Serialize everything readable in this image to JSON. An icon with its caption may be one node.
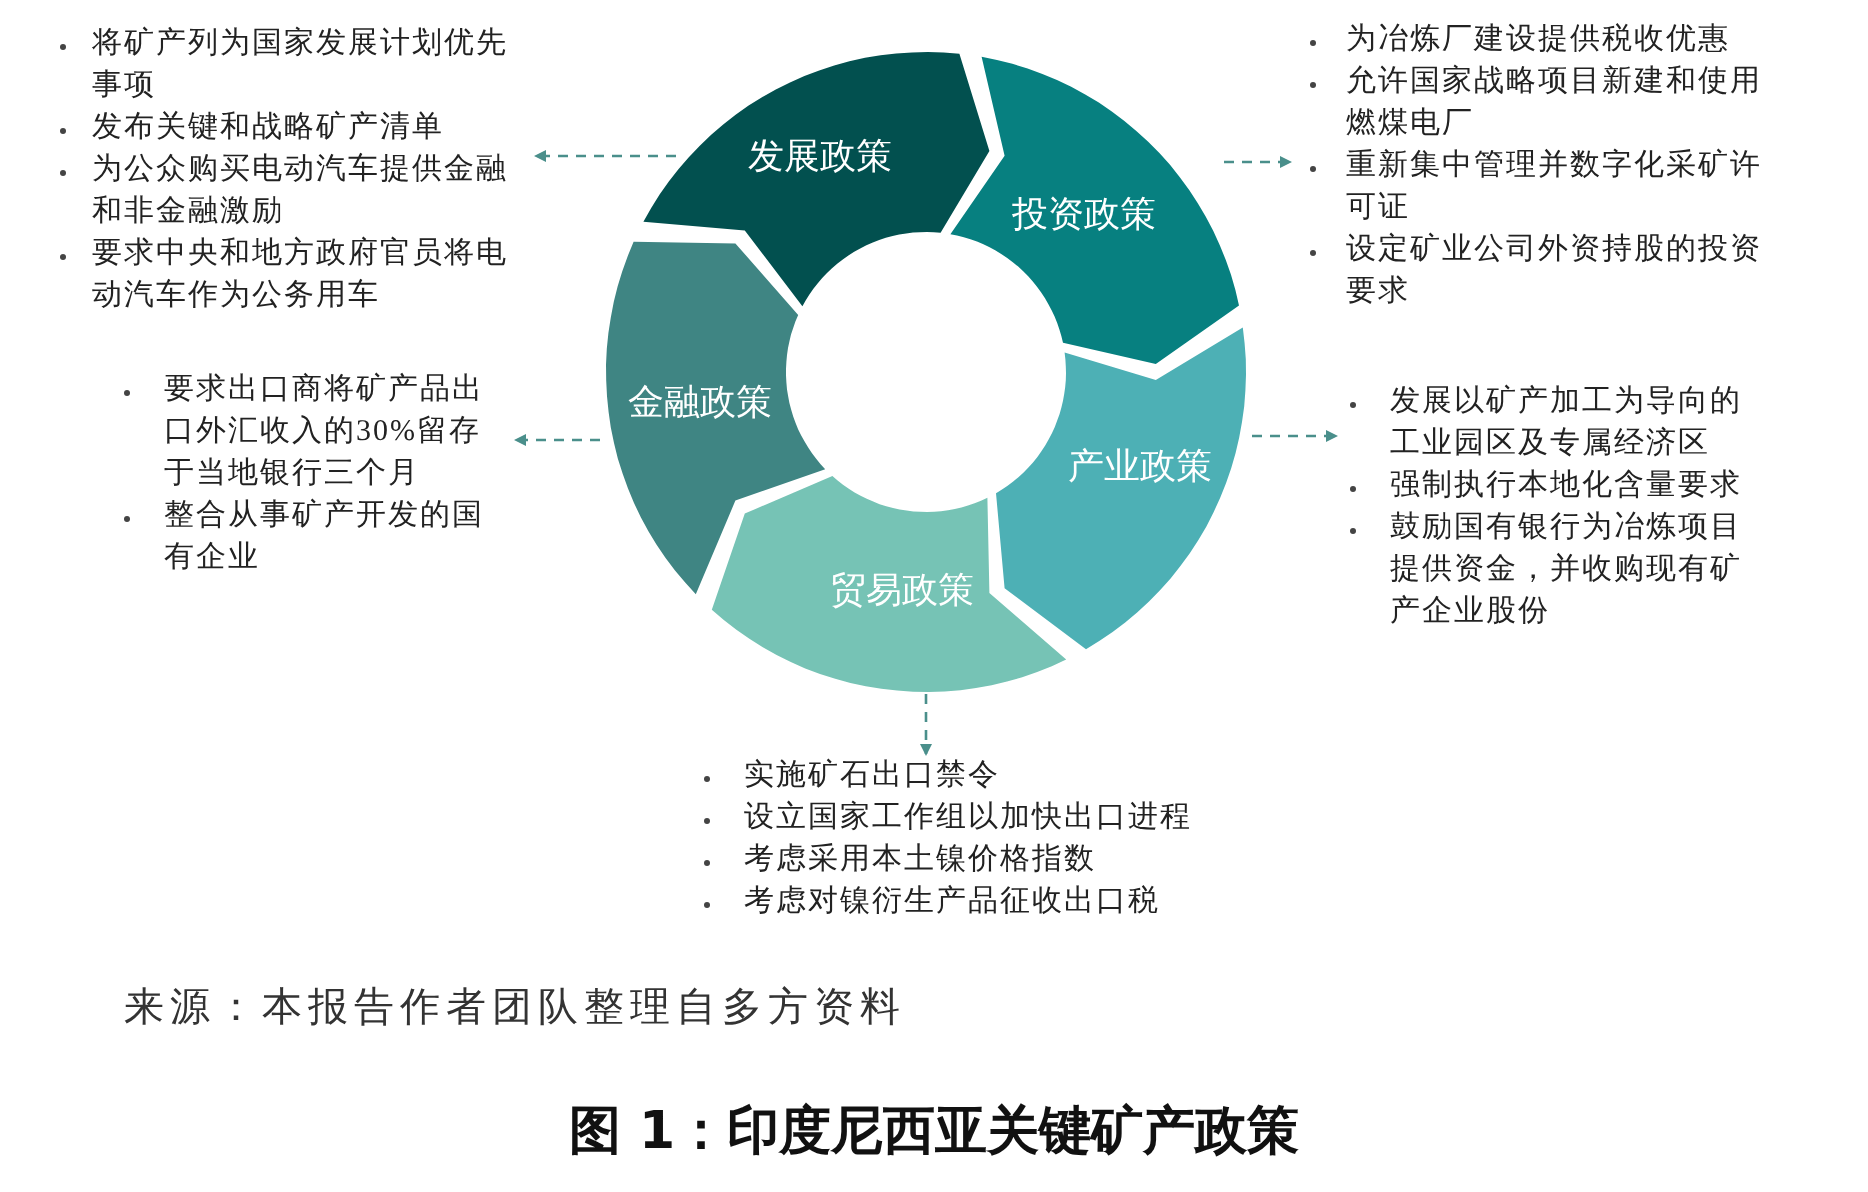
{
  "diagram": {
    "caption": "图 1：印度尼西亚关键矿产政策",
    "nodes": [
      {
        "text": [
          "发展政策"
        ]
      },
      {
        "text": [
          "投资政策"
        ]
      },
      {
        "text": [
          "产业政策"
        ]
      },
      {
        "text": [
          "贸易政策"
        ]
      },
      {
        "text": [
          "金融政策"
        ]
      },
      {
        "text": [
          "将矿产列为国家发展计划优先事项",
          "发布关键和战略矿产清单",
          "为公众购买电动汽车提供金融和非金融激励",
          "要求中央和地方政府官员将电动汽车作为公务用车"
        ]
      },
      {
        "text": [
          "为冶炼厂建设提供税收优惠",
          "允许国家战略项目新建和使用燃煤电厂",
          "重新集中管理并数字化采矿许可证",
          "设定矿业公司外资持股的投资要求"
        ]
      },
      {
        "text": [
          "要求出口商将矿产品出口外汇收入的30%留存于当地银行三个月",
          "整合从事矿产开发的国有企业"
        ]
      },
      {
        "text": [
          "发展以矿产加工为导向的工业园区及专属经济区",
          "强制执行本地化含量要求",
          "鼓励国有银行为冶炼项目提供资金，并收购现有矿产企业股份"
        ]
      },
      {
        "text": [
          "实施矿石出口禁令",
          "设立国家工作组以加快出口进程",
          "考虑采用本土镍价格指数",
          "考虑对镍衍生产品征收出口税"
        ]
      }
    ],
    "edges": [
      {
        "from": 0,
        "to": 5,
        "arrow": "to",
        "style": "dashed"
      },
      {
        "from": 1,
        "to": 6,
        "arrow": "to",
        "style": "dashed"
      },
      {
        "from": 4,
        "to": 7,
        "arrow": "to",
        "style": "dashed"
      },
      {
        "from": 2,
        "to": 8,
        "arrow": "to",
        "style": "dashed"
      },
      {
        "from": 3,
        "to": 9,
        "arrow": "to",
        "style": "dashed"
      }
    ],
    "labels": [
      "来源：本报告作者团队整理自多方资料"
    ]
  }
}
